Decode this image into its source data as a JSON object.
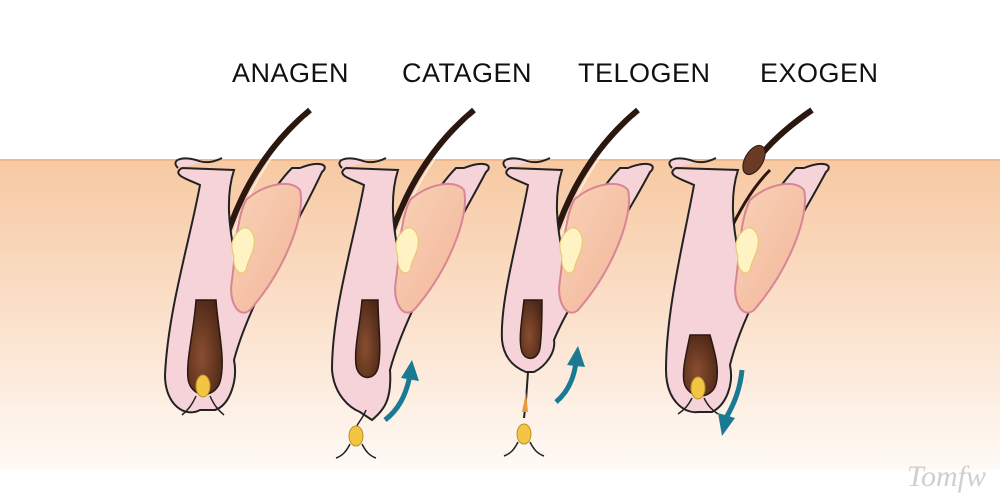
{
  "stages": [
    {
      "id": "anagen",
      "label": "ANAGEN"
    },
    {
      "id": "catagen",
      "label": "CATAGEN"
    },
    {
      "id": "telogen",
      "label": "TELOGEN"
    },
    {
      "id": "exogen",
      "label": "EXOGEN"
    }
  ],
  "watermark": "Tomfw",
  "colors": {
    "skin_top": "#f7c9a2",
    "skin_bottom": "#fffaf6",
    "follicle_sheath": "#f5cdd4",
    "gland_fill": "#f8c9b0",
    "gland_edge": "#e08a9a",
    "hair": "#4a2a1e",
    "bulb": "#6b3a24",
    "papilla": "#f4c542",
    "arrow": "#1b7a93"
  },
  "arrows": {
    "anagen": "none",
    "catagen": "up",
    "telogen": "up",
    "exogen": "down"
  }
}
